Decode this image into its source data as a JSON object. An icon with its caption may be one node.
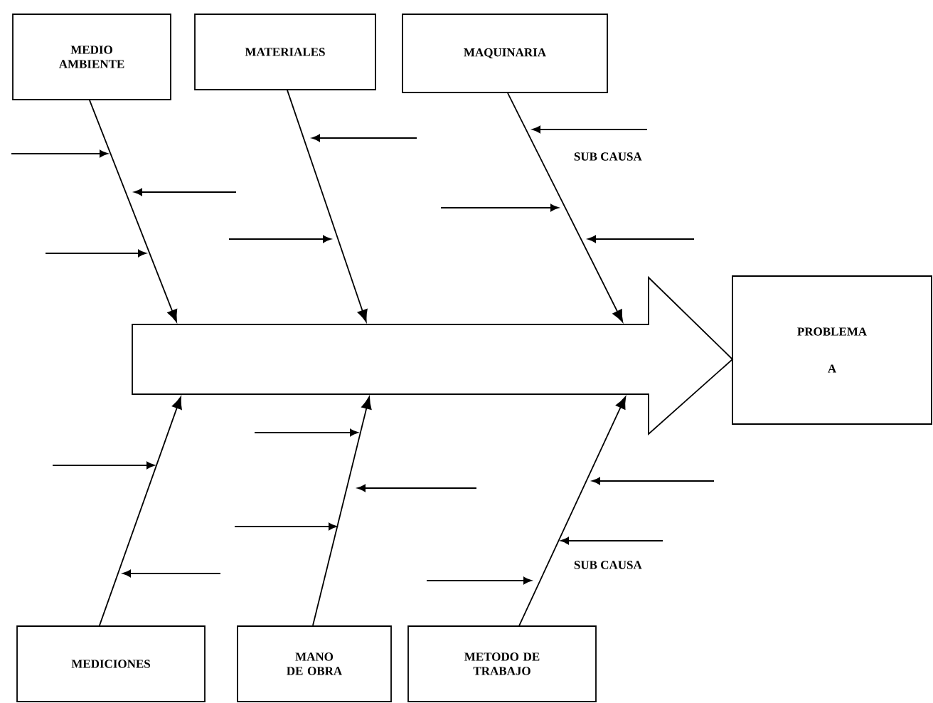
{
  "diagram": {
    "nodes": [
      {
        "text": [
          "MEDIO AMBIENTE"
        ]
      },
      {
        "text": [
          "MATERIALES"
        ]
      },
      {
        "text": [
          "MAQUINARIA"
        ]
      },
      {
        "text": [
          "PROBLEMA",
          "A"
        ]
      },
      {
        "text": [],
        "shape": "arrow"
      },
      {
        "text": [
          "MEDICIONES"
        ]
      },
      {
        "text": [
          "MANO DE OBRA"
        ]
      },
      {
        "text": [
          "METODO DE TRABAJO"
        ]
      }
    ],
    "edges": [
      {
        "from": 0,
        "to": 4,
        "arrow": "to"
      },
      {
        "from": 1,
        "to": 4,
        "arrow": "to"
      },
      {
        "from": 2,
        "to": 4,
        "arrow": "to"
      },
      {
        "from": 5,
        "to": 4,
        "arrow": "to"
      },
      {
        "from": 6,
        "to": 4,
        "arrow": "to"
      },
      {
        "from": 7,
        "to": 4,
        "arrow": "to"
      }
    ],
    "labels": [
      "SUB CAUSA",
      "SUB CAUSA"
    ]
  }
}
